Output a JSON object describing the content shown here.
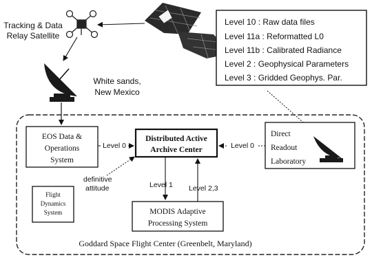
{
  "levels": {
    "lines": [
      "Level 10 : Raw data files",
      "Level 11a : Reformatted L0",
      "Level 11b : Calibrated Radiance",
      "Level 2 : Geophysical Parameters",
      "Level 3 : Gridded Geophys. Par."
    ]
  },
  "tdrs": {
    "line1": "Tracking & Data",
    "line2": "Relay Satellite"
  },
  "white_sands": {
    "line1": "White sands,",
    "line2": "New Mexico"
  },
  "eos": {
    "line1": "EOS Data &",
    "line2": "Operations",
    "line3": "System"
  },
  "daac": {
    "line1": "Distributed Active",
    "line2": "Archive Center"
  },
  "direct": {
    "line1": "Direct",
    "line2": "Readout",
    "line3": "Laboratory"
  },
  "flight": {
    "line1": "Flight",
    "line2": "Dynamics",
    "line3": "System"
  },
  "modis": {
    "line1": "MODIS Adaptive",
    "line2": "Processing System"
  },
  "links": {
    "eos_to_daac": "Level 0",
    "direct_to_daac": "Level 0",
    "daac_to_modis": "Level 1",
    "modis_to_daac": "Level 2,3",
    "definitive_1": "definitive",
    "definitive_2": "attitude"
  },
  "gsfc": {
    "label": "Goddard Space Flight Center (Greenbelt, Maryland)"
  },
  "icons": [
    "tdrs-satellite-icon",
    "terra-spacecraft-icon",
    "ground-antenna-icon",
    "readout-antenna-icon"
  ]
}
